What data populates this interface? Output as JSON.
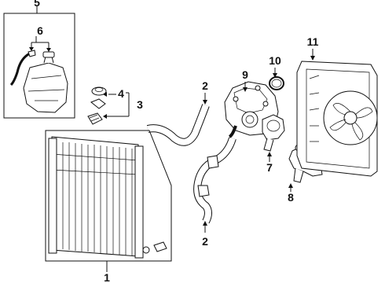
{
  "callouts": {
    "c1": "1",
    "c2a": "2",
    "c2b": "2",
    "c3": "3",
    "c4": "4",
    "c5": "5",
    "c6": "6",
    "c7": "7",
    "c8": "8",
    "c9": "9",
    "c10": "10",
    "c11": "11"
  },
  "parts": {
    "radiator": "radiator-assembly",
    "hose": "coolant-hose",
    "cap": "radiator-cap",
    "reservoir": "coolant-reservoir",
    "thermostat": "thermostat-housing",
    "fitting": "water-outlet-fitting",
    "pump": "water-pump",
    "gasket": "gasket",
    "fan": "cooling-fan-shroud"
  }
}
